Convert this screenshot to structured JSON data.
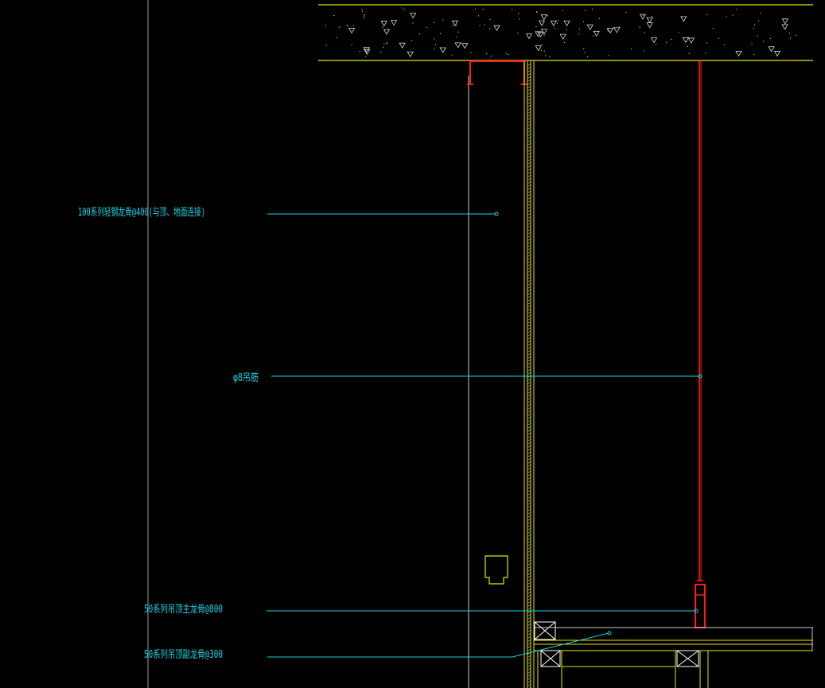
{
  "colors": {
    "background": "#000000",
    "leader": "#19d3e6",
    "slab": "#e6e600",
    "hanger": "#ff1a1a",
    "stud": "#e6e600",
    "guide": "#9aa0a6"
  },
  "annotations": {
    "stud_keel": "100系列轻钢龙骨@400(与顶、地面连接)",
    "hanger_rod": "φ8吊筋",
    "main_keel": "50系列吊顶主龙骨@800",
    "sub_keel": "50系列吊顶副龙骨@300"
  }
}
